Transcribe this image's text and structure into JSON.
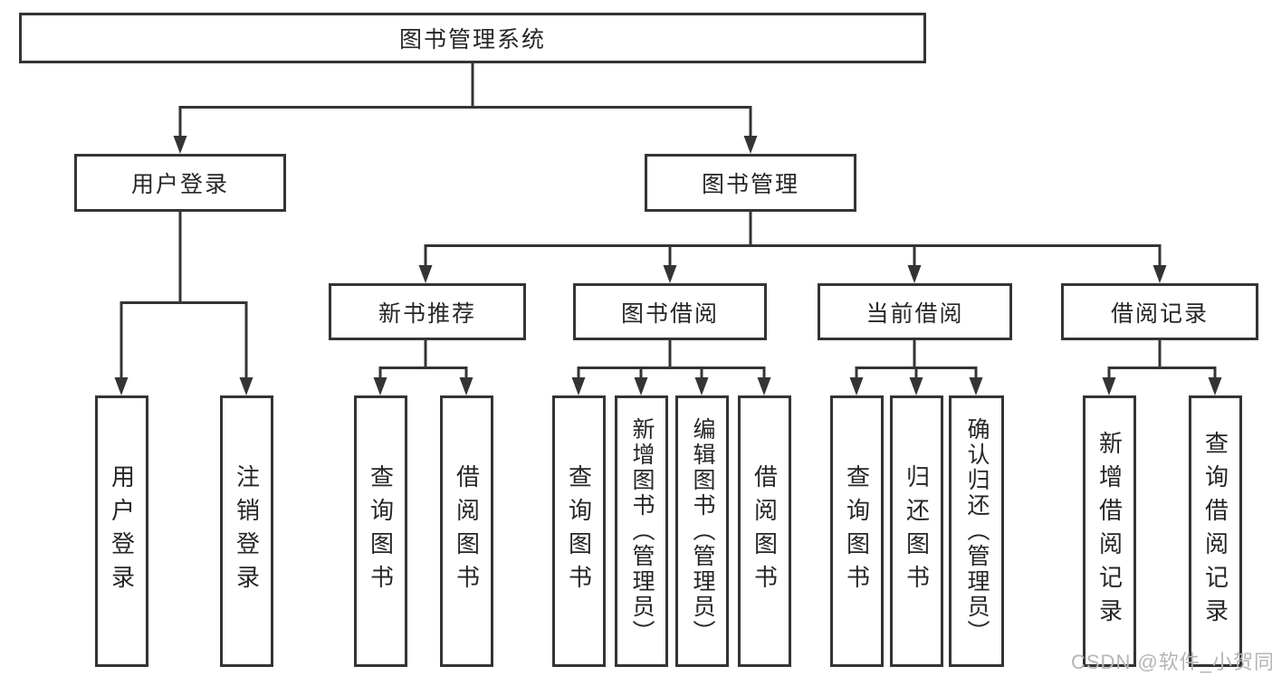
{
  "diagram_title": "图书管理系统",
  "watermark": "CSDN @软件_小贺同学",
  "colors": {
    "line": "#343434",
    "text": "#262626",
    "background": "#ffffff",
    "watermark": "#b5b5b5"
  },
  "nodes": {
    "root": "图书管理系统",
    "level2": [
      "用户登录",
      "图书管理"
    ],
    "level3": [
      "新书推荐",
      "图书借阅",
      "当前借阅",
      "借阅记录"
    ],
    "leaves_user_login": [
      "用户登录",
      "注销登录"
    ],
    "leaves_new_book": [
      "查询图书",
      "借阅图书"
    ],
    "leaves_book_borrow": [
      "查询图书",
      "新增图书（管理员）",
      "编辑图书（管理员）",
      "借阅图书"
    ],
    "leaves_current_borrow": [
      "查询图书",
      "归还图书",
      "确认归还（管理员）"
    ],
    "leaves_borrow_record": [
      "新增借阅记录",
      "查询借阅记录"
    ]
  }
}
